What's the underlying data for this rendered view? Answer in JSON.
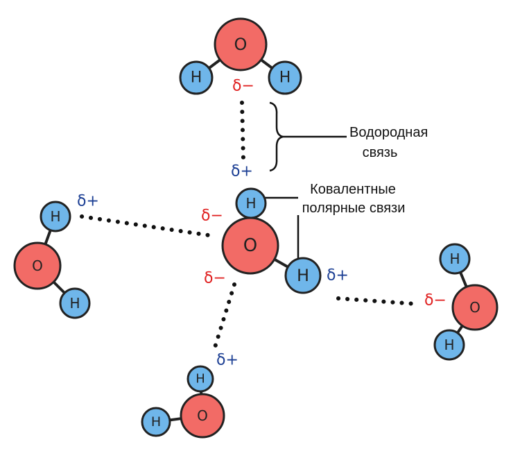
{
  "colors": {
    "oxygen": "#f26b66",
    "hydrogen": "#6fb6ea",
    "delta_minus": "#e02020",
    "delta_plus": "#1c3f94"
  },
  "atoms": {
    "oxygen": "O",
    "hydrogen": "H"
  },
  "charges": {
    "delta_minus": "δ−",
    "delta_plus": "δ+"
  },
  "annotations": {
    "hydrogen_bond": [
      "Водородная",
      "связь"
    ],
    "covalent_bonds": [
      "Ковалентные",
      "полярные связи"
    ]
  }
}
